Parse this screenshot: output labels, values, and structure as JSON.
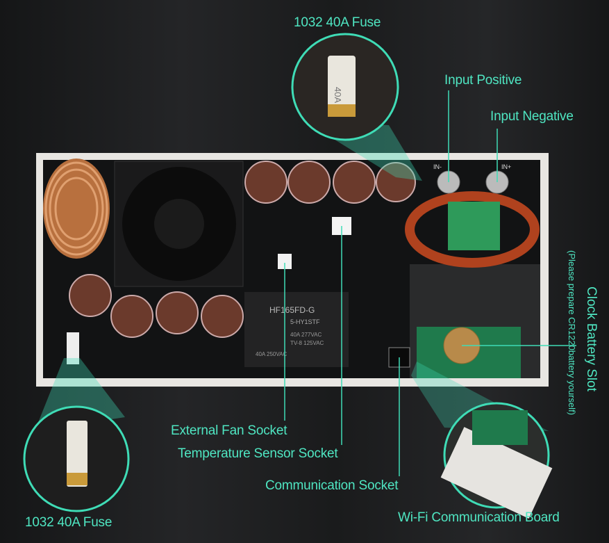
{
  "labels": {
    "fuse_top": "1032 40A Fuse",
    "input_positive": "Input Positive",
    "input_negative": "Input Negative",
    "clock_battery_slot": "Clock Battery Slot",
    "clock_battery_note": "(Please prepare CR1220battery yourself)",
    "external_fan_socket": "External Fan Socket",
    "temperature_sensor_socket": "Temperature Sensor Socket",
    "communication_socket": "Communication Socket",
    "wifi_board": "Wi-Fi Communication Board",
    "fuse_bottom": "1032 40A Fuse"
  },
  "board_text": {
    "relay_model": "HF165FD-G",
    "relay_sub": "5-HY1STF",
    "relay_rating1": "40A 277VAC",
    "relay_rating2": "TV-8 125VAC",
    "relay_rating3": "40A 250VAC",
    "terminal_neg": "IN-",
    "terminal_pos": "IN+",
    "fuse_marking": "40A"
  },
  "colors": {
    "accent": "#4fe6c2",
    "line": "#3fdcb6"
  }
}
